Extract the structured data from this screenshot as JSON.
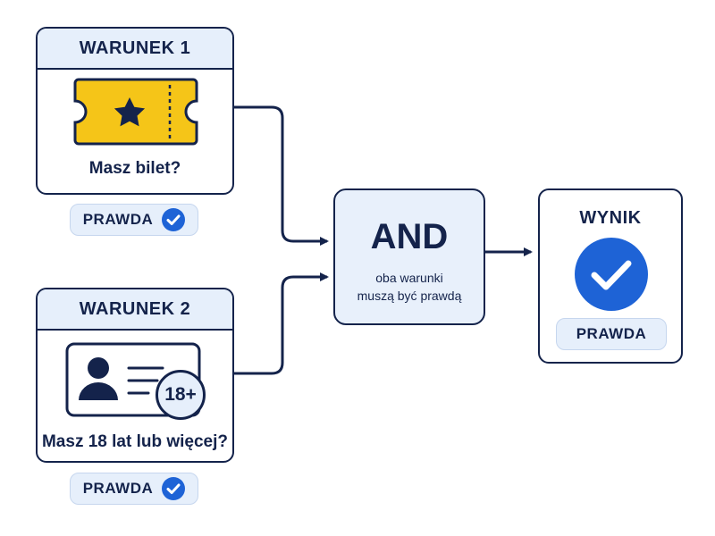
{
  "condition1": {
    "header": "WARUNEK 1",
    "icon": "ticket-icon",
    "question": "Masz bilet?",
    "badge_label": "PRAWDA"
  },
  "condition2": {
    "header": "WARUNEK 2",
    "icon": "id-card-icon",
    "age_badge": "18+",
    "question": "Masz 18 lat lub więcej?",
    "badge_label": "PRAWDA"
  },
  "operator": {
    "title": "AND",
    "subtitle_line1": "oba warunki",
    "subtitle_line2": "muszą być prawdą"
  },
  "result": {
    "header": "WYNIK",
    "icon": "check-circle-icon",
    "badge_label": "PRAWDA"
  },
  "colors": {
    "navy": "#14234b",
    "accent_blue": "#1e63d6",
    "ticket_yellow": "#f5c518",
    "light_blue": "#e6effb"
  }
}
